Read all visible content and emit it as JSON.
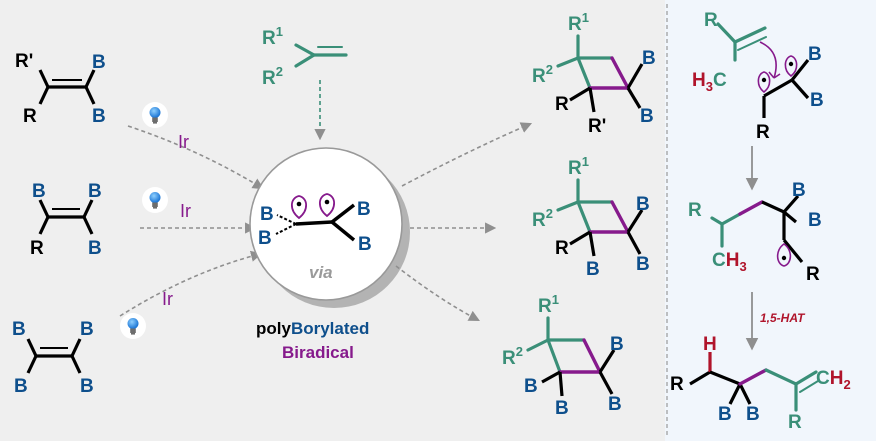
{
  "colors": {
    "left_panel_bg": "#efefef",
    "right_panel_bg": "#f1f6fc",
    "boron_blue": "#0e4f8c",
    "alkene_green": "#3a8f78",
    "radical_purple": "#861a8c",
    "methyl_red": "#b0142b",
    "arrow_gray": "#8f8f8f"
  },
  "labels": {
    "boron": "B",
    "r": "R",
    "r_prime": "R'",
    "r1_base": "R",
    "r1_sup": "1",
    "r2_base": "R",
    "r2_sup": "2",
    "catalyst": "Ir",
    "via": "via",
    "poly": "poly",
    "borylated": "Borylated",
    "biradical": "Biradical",
    "h3c": "H",
    "h3c_sub": "3",
    "h3c_c": "C",
    "ch3_c": "C",
    "ch3_h3": "H",
    "ch3_sub": "3",
    "h_atom": "H",
    "ch2": "C",
    "ch2_h": "H",
    "ch2_sub": "2",
    "hat": "1,5-HAT"
  }
}
